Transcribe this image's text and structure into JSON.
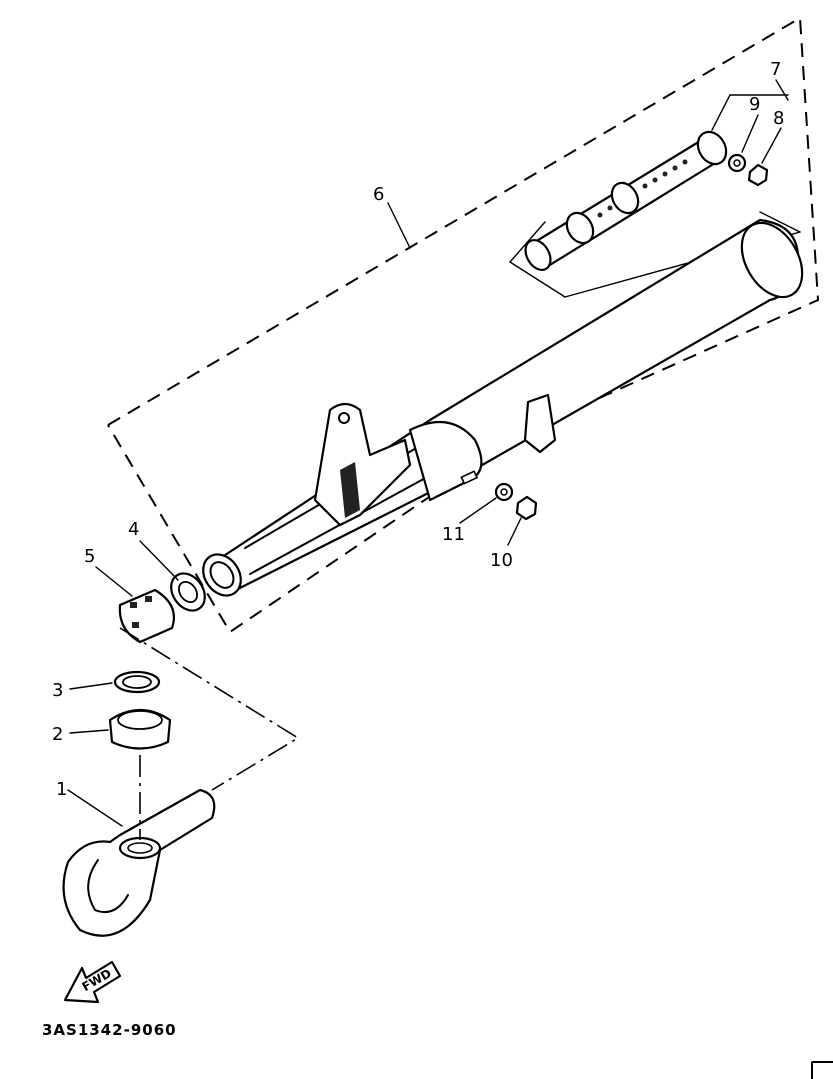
{
  "diagram": {
    "part_code": "3AS1342-9060",
    "direction_label": "FWD",
    "callouts": [
      "1",
      "2",
      "3",
      "4",
      "5",
      "6",
      "7",
      "8",
      "9",
      "10",
      "11"
    ]
  }
}
